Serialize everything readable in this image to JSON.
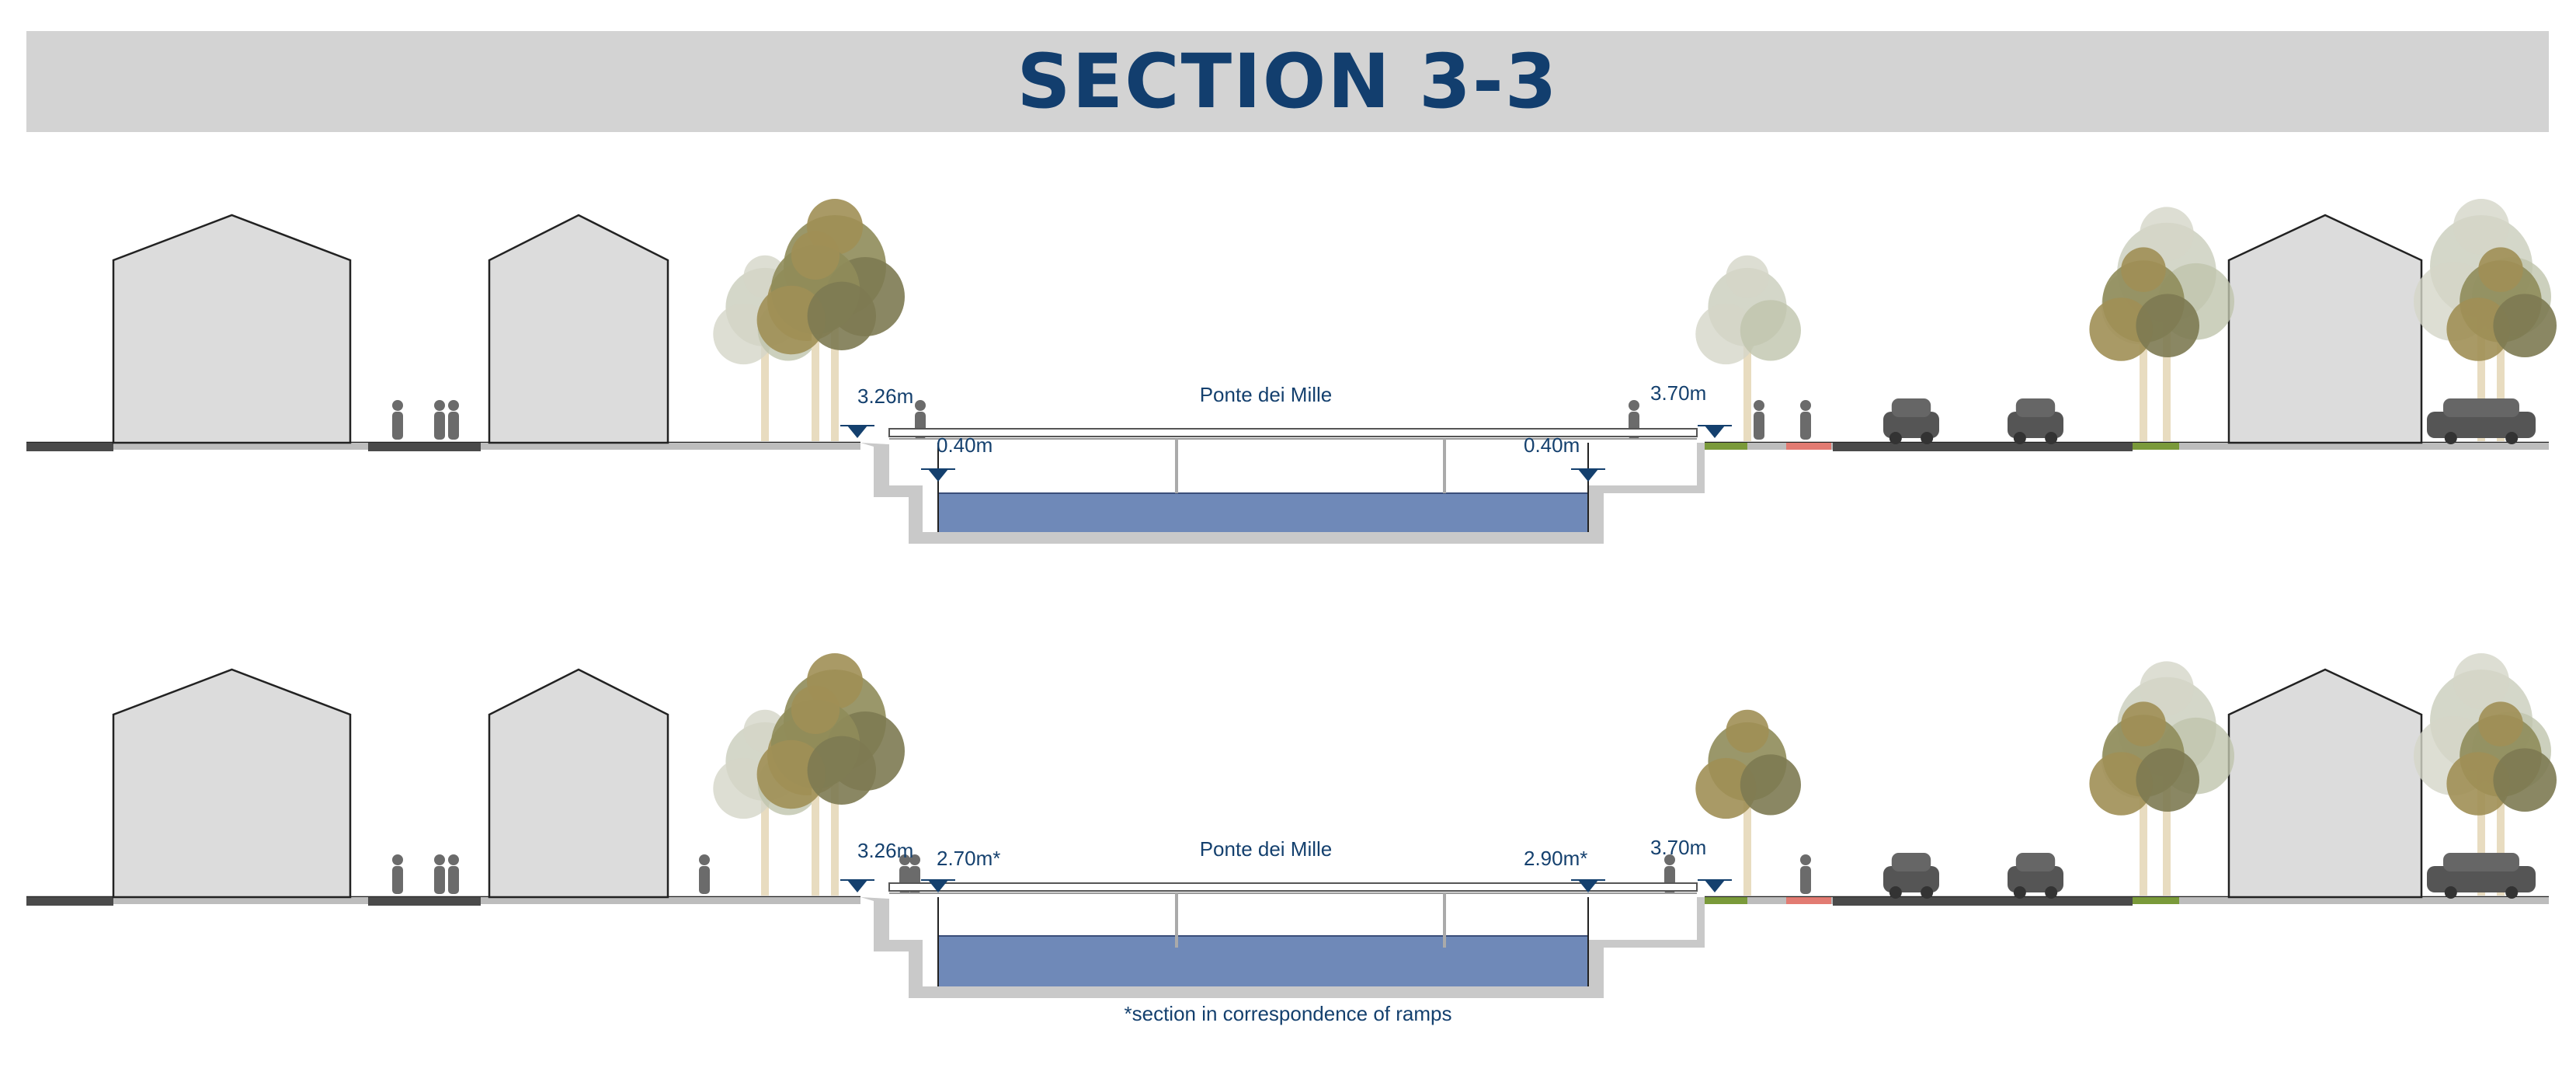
{
  "title": "SECTION 3-3",
  "sections": [
    {
      "id": "top",
      "bridge_label": "Ponte dei Mille",
      "left_level": "3.26m",
      "right_level": "3.70m",
      "left_water_level": "0.40m",
      "right_water_level": "0.40m"
    },
    {
      "id": "bottom",
      "bridge_label": "Ponte dei Mille",
      "left_level": "3.26m",
      "right_level": "3.70m",
      "left_water_level": "2.70m*",
      "right_water_level": "2.90m*"
    }
  ],
  "footnote": "*section in correspondence of ramps",
  "colors": {
    "title_bar": "#d3d3d3",
    "title_text": "#123e6e",
    "water": "#6f89b8",
    "building": "#dcdcdc",
    "road": "#4a4a4a",
    "green_strip": "#7a9a3a",
    "red_strip": "#e27b72",
    "marker": "#14406e"
  }
}
